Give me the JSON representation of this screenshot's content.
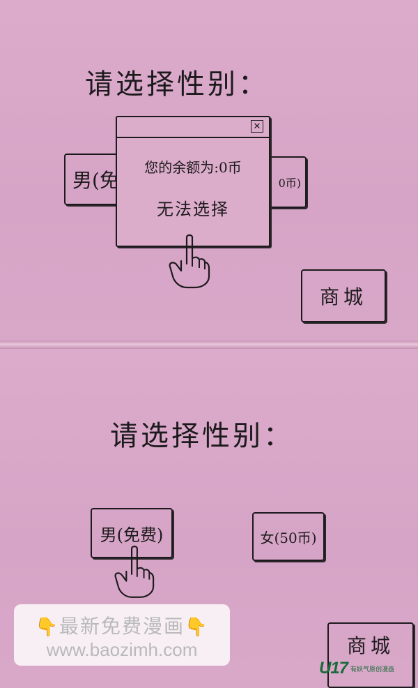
{
  "top_panel": {
    "title": "请选择性别：",
    "male_button_partial": "男(免",
    "female_button_partial": "0币)",
    "dialog": {
      "close_glyph": "✕",
      "balance_text": "您的余额为:0币",
      "message": "无法选择"
    },
    "shop_button": "商城"
  },
  "bottom_panel": {
    "title": "请选择性别：",
    "male_button": "男(免费)",
    "female_button": "女(50币)",
    "shop_button": "商城"
  },
  "watermark": {
    "finger_glyph": "👇",
    "line1": "最新免费漫画",
    "line2": "www.baozimh.com"
  },
  "logo": {
    "mark": "U17",
    "sub": "有妖气原创漫画"
  },
  "icons": [
    "close-icon",
    "pointing-hand-icon"
  ]
}
